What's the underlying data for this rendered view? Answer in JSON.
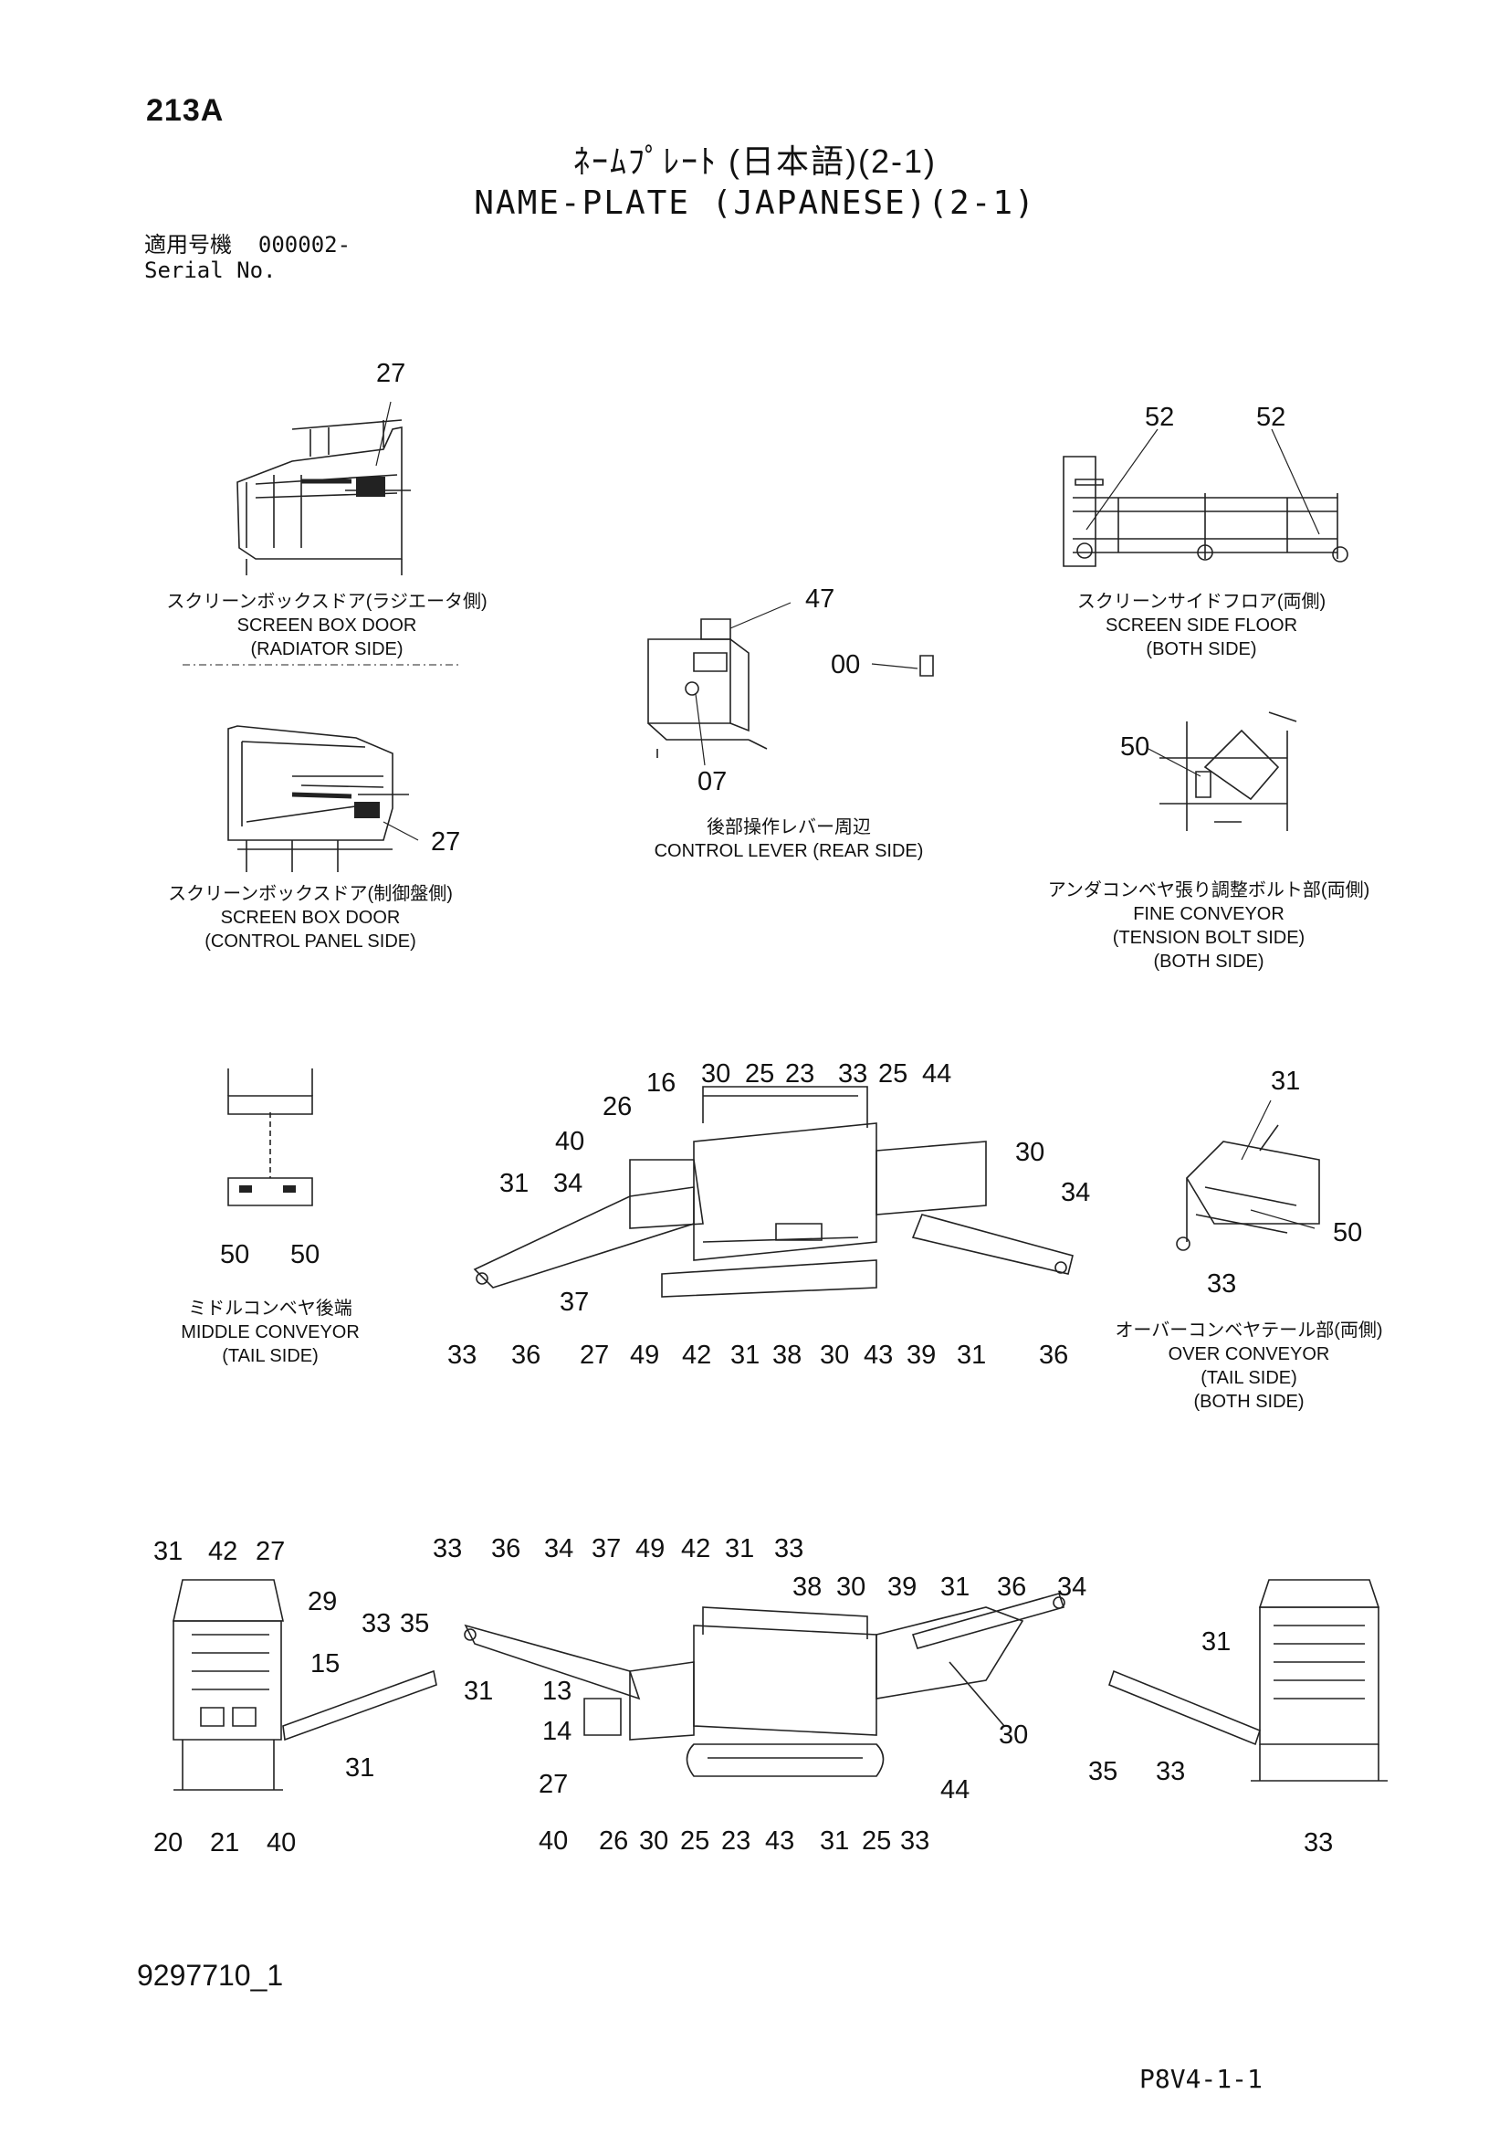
{
  "header": {
    "page_id": "213A",
    "title_jp": "ﾈｰﾑﾌﾟﾚｰﾄ (日本語)(2-1)",
    "title_en": "NAME-PLATE (JAPANESE)(2-1)",
    "serial_jp": "適用号機",
    "serial_value": "000002-",
    "serial_en": "Serial No."
  },
  "views": {
    "screen_box_radiator": {
      "jp": "スクリーンボックスドア(ラジエータ側)",
      "en1": "SCREEN BOX DOOR",
      "en2": "(RADIATOR SIDE)",
      "callouts": [
        "27"
      ]
    },
    "screen_box_control": {
      "jp": "スクリーンボックスドア(制御盤側)",
      "en1": "SCREEN BOX DOOR",
      "en2": "(CONTROL PANEL SIDE)",
      "callouts": [
        "27"
      ]
    },
    "control_lever": {
      "jp": "後部操作レバー周辺",
      "en1": "CONTROL LEVER (REAR SIDE)",
      "callouts": [
        "47",
        "00",
        "07"
      ]
    },
    "screen_side_floor": {
      "jp": "スクリーンサイドフロア(両側)",
      "en1": "SCREEN SIDE FLOOR",
      "en2": "(BOTH SIDE)",
      "callouts": [
        "52",
        "52"
      ]
    },
    "fine_conveyor": {
      "jp": "アンダコンベヤ張り調整ボルト部(両側)",
      "en1": "FINE CONVEYOR",
      "en2": "(TENSION BOLT SIDE)",
      "en3": "(BOTH SIDE)",
      "callouts": [
        "50"
      ]
    },
    "middle_conveyor": {
      "jp": "ミドルコンベヤ後端",
      "en1": "MIDDLE CONVEYOR",
      "en2": "(TAIL SIDE)",
      "callouts": [
        "50",
        "50"
      ]
    },
    "over_conveyor": {
      "jp": "オーバーコンベヤテール部(両側)",
      "en1": "OVER CONVEYOR",
      "en2": "(TAIL SIDE)",
      "en3": "(BOTH SIDE)",
      "callouts": [
        "31",
        "50",
        "33"
      ]
    },
    "main_side": {
      "callouts_top": [
        "30",
        "25",
        "23",
        "33",
        "25",
        "44",
        "16",
        "26",
        "40",
        "31",
        "34",
        "30",
        "34",
        "37"
      ],
      "callouts_bottom": [
        "33",
        "36",
        "27",
        "49",
        "42",
        "31",
        "38",
        "30",
        "43",
        "39",
        "31",
        "36"
      ]
    },
    "front_view": {
      "callouts": [
        "31",
        "42",
        "27",
        "29",
        "33",
        "35",
        "15",
        "31",
        "20",
        "21",
        "40"
      ]
    },
    "main_side2": {
      "callouts_top": [
        "33",
        "36",
        "34",
        "37",
        "49",
        "42",
        "31",
        "33",
        "38",
        "30",
        "39",
        "31",
        "36",
        "34"
      ],
      "callouts_left": [
        "31",
        "13",
        "14",
        "27",
        "40"
      ],
      "callouts_bottom": [
        "26",
        "30",
        "25",
        "23",
        "43",
        "31",
        "25",
        "33"
      ],
      "callouts_right": [
        "30",
        "44"
      ]
    },
    "rear_view": {
      "callouts": [
        "31",
        "35",
        "33",
        "33"
      ]
    }
  },
  "footer": {
    "doc_no": "9297710_1",
    "page_code": "P8V4-1-1"
  }
}
